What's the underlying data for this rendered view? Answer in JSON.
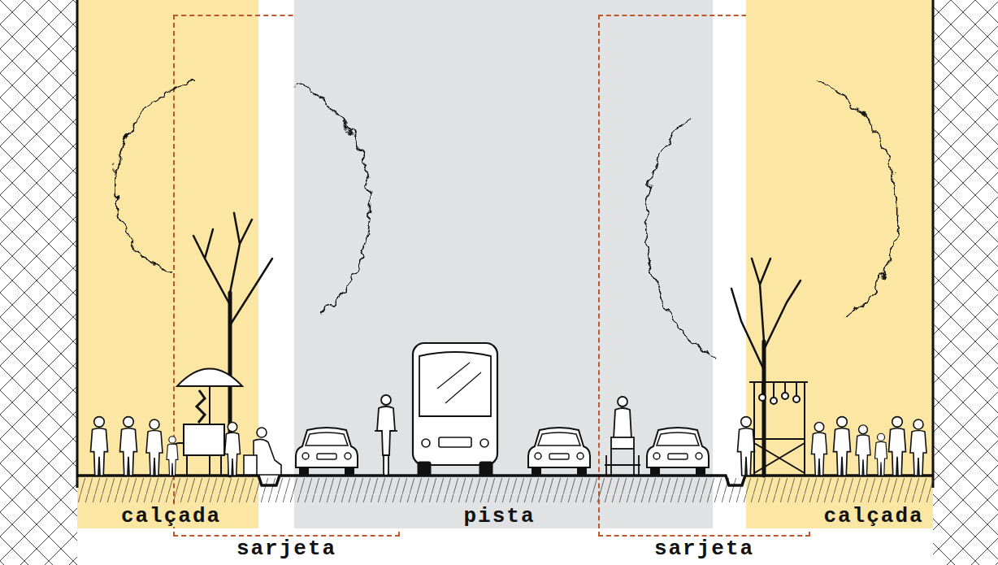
{
  "diagram": {
    "nodes": [
      {
        "text": [
          "calçada"
        ]
      },
      {
        "text": [
          "sarjeta"
        ]
      },
      {
        "text": [
          "pista"
        ]
      },
      {
        "text": [
          "sarjeta"
        ]
      },
      {
        "text": [
          "calçada"
        ]
      }
    ]
  }
}
